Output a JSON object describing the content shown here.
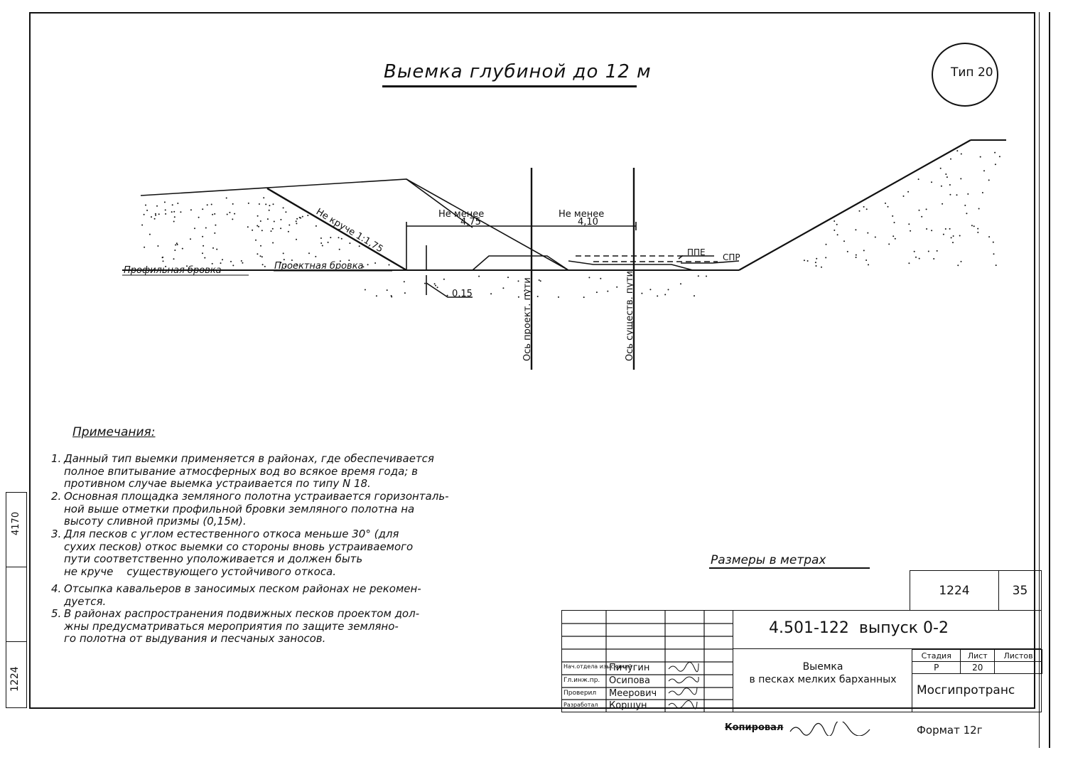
{
  "title": "Выемка глубиной до 12 м",
  "type_label": "Тип 20",
  "drawing": {
    "slope_label": "Не круче 1:1,75",
    "left_dim_label": "Не менее",
    "left_dim_value": "4,75",
    "right_dim_label": "Не менее",
    "right_dim_value": "4,10",
    "profile_edge": "Профильная бровка",
    "design_edge": "Проектная бровка",
    "depth_value": "0,15",
    "ppe_label": "ППЕ",
    "spr_label": "СПР",
    "axis_design": "Ось проект. пути",
    "axis_existing": "Ось существ. пути"
  },
  "notes": {
    "heading": "Примечания:",
    "items": [
      {
        "num": "1.",
        "text": "Данный тип выемки применяется в районах, где обеспечивается\nполное впитывание атмосферных вод во всякое время года; в\nпротивном случае выемка устраивается по типу N 18."
      },
      {
        "num": "2.",
        "text": "Основная площадка земляного полотна устраивается горизонталь-\nной выше отметки профильной бровки земляного полотна на\nвысоту сливной призмы (0,15м)."
      },
      {
        "num": "3.",
        "text": "Для песков с углом естественного откоса меньше 30° (для\nсухих песков) откос выемки со стороны вновь устраиваемого\nпути соответственно уположивается и должен быть\nне круче    существующего устойчивого откоса."
      },
      {
        "num": "4.",
        "text": "Отсыпка кавальеров в заносимых песком районах не рекомен-\nдуется."
      },
      {
        "num": "5.",
        "text": "В районах распространения подвижных песков проектом дол-\nжны предусматриваться мероприятия по защите земляно-\nго полотна от выдувания и песчаных заносов."
      }
    ]
  },
  "dims_note": "Размеры в метрах",
  "title_block": {
    "archive_no": "1224",
    "page_no": "35",
    "doc_code": "4.501-122  выпуск 0-2",
    "sheet_name": "Выемка\nв песках мелких барханных",
    "stage_h": "Стадия",
    "sheet_h": "Лист",
    "sheets_h": "Листов",
    "stage": "Р",
    "sheet": "20",
    "sheets": "",
    "org": "Мосгипротранс",
    "roles": [
      {
        "role": "Нач.отдела изысканий",
        "name": "Пичугин"
      },
      {
        "role": "Гл.инж.пр.",
        "name": "Осипова"
      },
      {
        "role": "Проверил",
        "name": "Меерович"
      },
      {
        "role": "Разработал",
        "name": "Коршун"
      }
    ],
    "copied": "Копировал",
    "format": "Формат 12г"
  },
  "side_stamp": {
    "top": "4170",
    "bottom": "1224"
  }
}
